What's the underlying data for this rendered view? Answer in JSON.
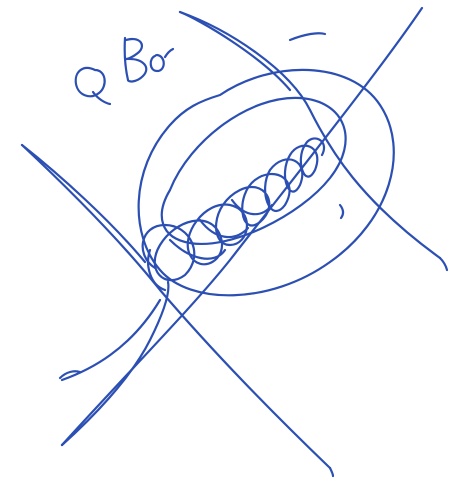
{
  "sketch": {
    "handwritten_text": "Q Bo",
    "ink_color": "#2b4fb3",
    "paper_color": "#ffffff",
    "elements": [
      "handwritten-label",
      "large-ellipse",
      "small-ellipse",
      "diagonal-curve",
      "crossing-lines",
      "spiral-loops"
    ]
  }
}
